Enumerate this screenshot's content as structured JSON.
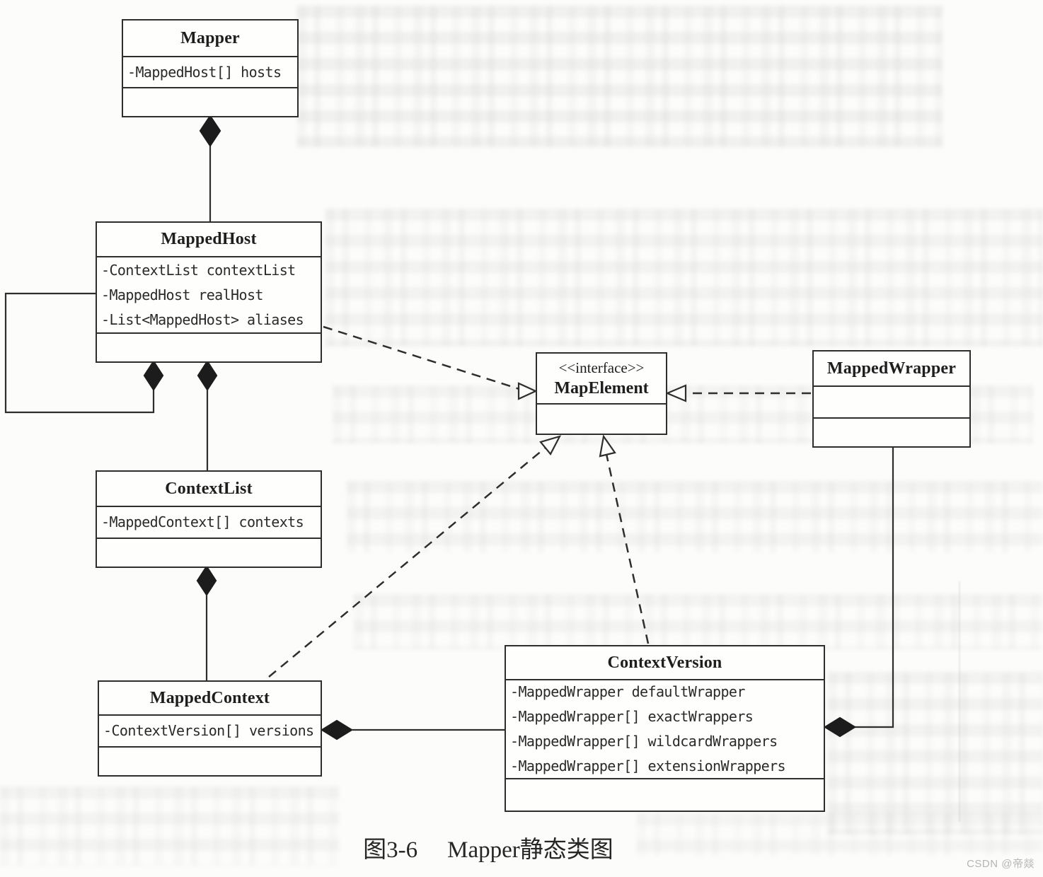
{
  "diagram": {
    "caption": {
      "label": "图3-6",
      "title": "Mapper静态类图"
    },
    "watermark": "CSDN @帝燚",
    "colors": {
      "line": "#2e2e2e",
      "diamond_fill": "#1c1c1c",
      "box_background": "#fefefd",
      "page_background": "#fcfcfa"
    },
    "classes": [
      {
        "name": "Mapper",
        "attributes": [
          "-MappedHost[] hosts"
        ]
      },
      {
        "name": "MappedHost",
        "attributes": [
          "-ContextList contextList",
          "-MappedHost realHost",
          "-List<MappedHost> aliases"
        ]
      },
      {
        "name": "ContextList",
        "attributes": [
          "-MappedContext[] contexts"
        ]
      },
      {
        "name": "MappedContext",
        "attributes": [
          "-ContextVersion[] versions"
        ]
      },
      {
        "name": "MapElement",
        "stereotype": "<<interface>>",
        "attributes": []
      },
      {
        "name": "MappedWrapper",
        "attributes": []
      },
      {
        "name": "ContextVersion",
        "attributes": [
          "-MappedWrapper defaultWrapper",
          "-MappedWrapper[] exactWrappers",
          "-MappedWrapper[] wildcardWrappers",
          "-MappedWrapper[] extensionWrappers"
        ]
      }
    ],
    "relationships": [
      {
        "type": "composition",
        "owner": "Mapper",
        "part": "MappedHost"
      },
      {
        "type": "composition",
        "owner": "MappedHost",
        "part": "MappedHost"
      },
      {
        "type": "composition",
        "owner": "MappedHost",
        "part": "ContextList"
      },
      {
        "type": "composition",
        "owner": "ContextList",
        "part": "MappedContext"
      },
      {
        "type": "composition",
        "owner": "MappedContext",
        "part": "ContextVersion"
      },
      {
        "type": "composition",
        "owner": "ContextVersion",
        "part": "MappedWrapper"
      },
      {
        "type": "realization",
        "from": "MappedHost",
        "to": "MapElement"
      },
      {
        "type": "realization",
        "from": "MappedContext",
        "to": "MapElement"
      },
      {
        "type": "realization",
        "from": "ContextVersion",
        "to": "MapElement"
      },
      {
        "type": "realization",
        "from": "MappedWrapper",
        "to": "MapElement"
      }
    ]
  }
}
